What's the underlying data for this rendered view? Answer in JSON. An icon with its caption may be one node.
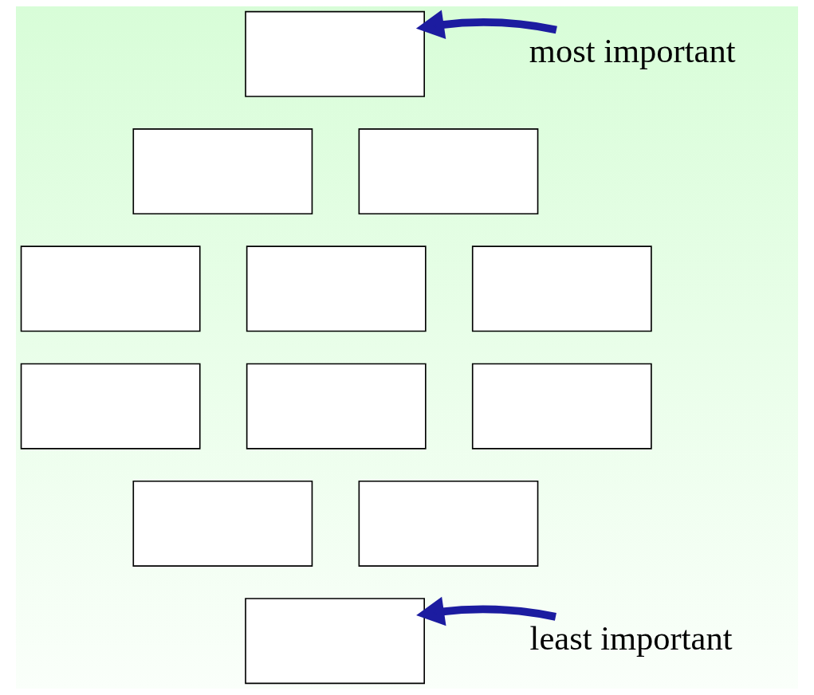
{
  "diagram": {
    "nodes": [
      {
        "text": [],
        "shape": "box"
      },
      {
        "text": [],
        "shape": "box"
      },
      {
        "text": [],
        "shape": "box"
      },
      {
        "text": [],
        "shape": "box"
      },
      {
        "text": [],
        "shape": "box"
      },
      {
        "text": [],
        "shape": "box"
      },
      {
        "text": [],
        "shape": "box"
      },
      {
        "text": [],
        "shape": "box"
      },
      {
        "text": [],
        "shape": "box"
      },
      {
        "text": [],
        "shape": "box"
      },
      {
        "text": [],
        "shape": "box"
      },
      {
        "text": [],
        "shape": "box"
      },
      {
        "text": [
          "most important"
        ]
      },
      {
        "text": [
          "least important"
        ]
      }
    ],
    "edges": [
      {
        "from": 12,
        "to": 0,
        "arrow": "to"
      },
      {
        "from": 13,
        "to": 11,
        "arrow": "to"
      }
    ]
  }
}
